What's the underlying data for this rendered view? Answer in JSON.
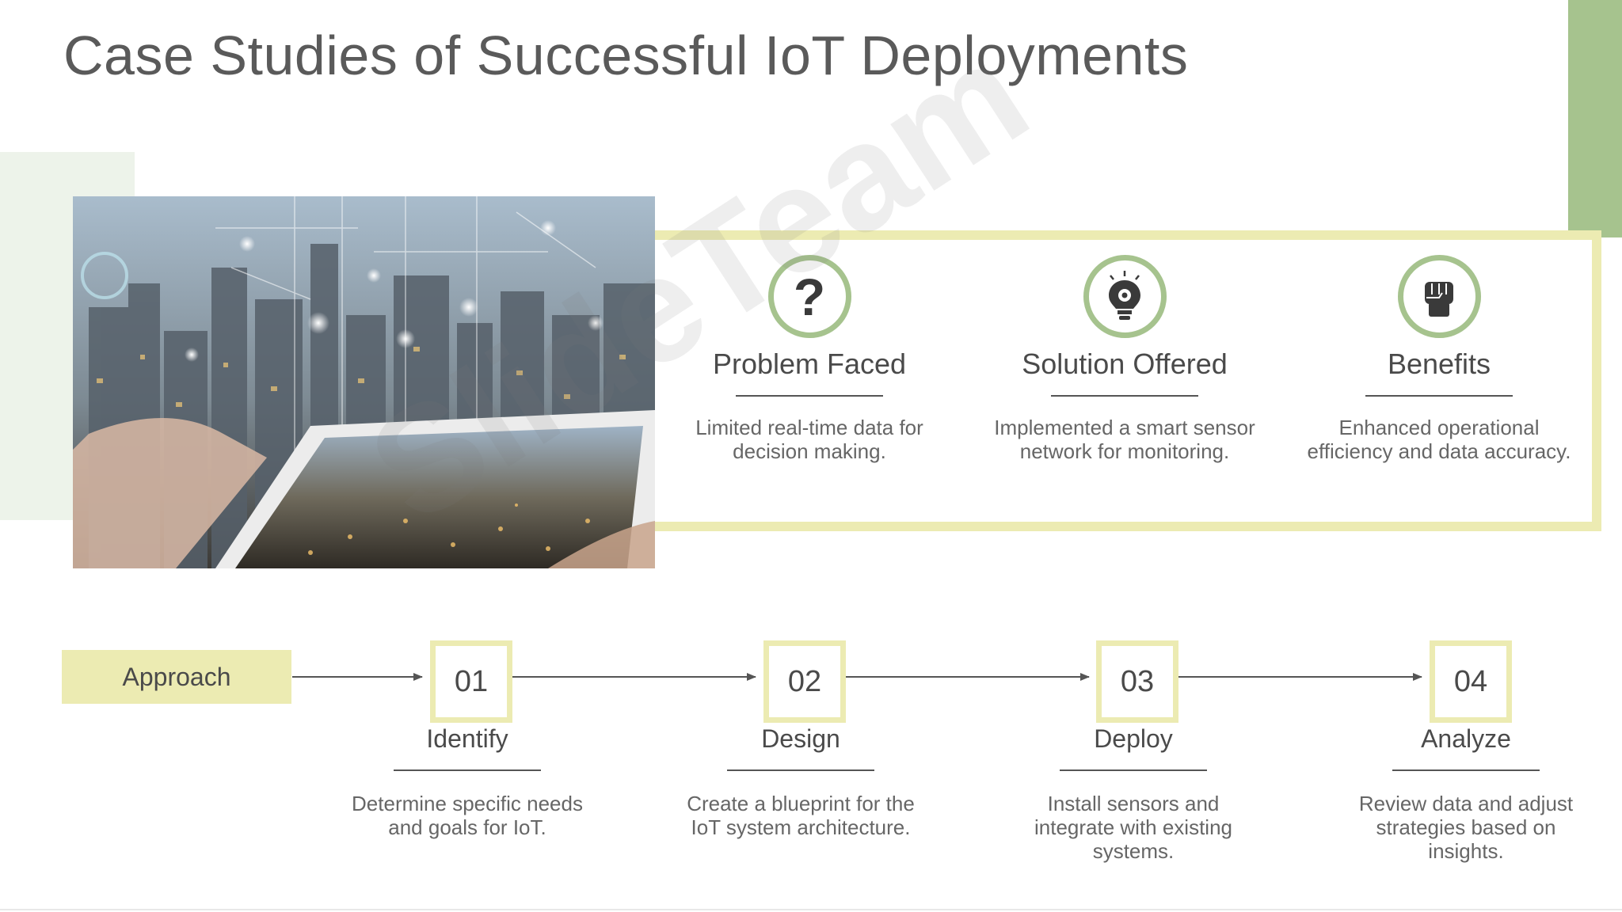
{
  "slide": {
    "title": "Case Studies of Successful IoT Deployments",
    "watermark": "SlideTeam"
  },
  "colors": {
    "accent_green": "#a6c38e",
    "accent_yellow": "#ecebb2",
    "text": "#555555"
  },
  "cards": [
    {
      "icon": "question-icon",
      "title": "Problem Faced",
      "desc": "Limited real-time data for decision making."
    },
    {
      "icon": "lightbulb-gear-icon",
      "title": "Solution Offered",
      "desc": "Implemented a smart sensor network for monitoring."
    },
    {
      "icon": "fist-icon",
      "title": "Benefits",
      "desc": "Enhanced operational efficiency and data accuracy."
    }
  ],
  "approach": {
    "label": "Approach",
    "steps": [
      {
        "num": "01",
        "title": "Identify",
        "desc": "Determine specific needs and goals for IoT."
      },
      {
        "num": "02",
        "title": "Design",
        "desc": "Create a blueprint for the IoT system architecture."
      },
      {
        "num": "03",
        "title": "Deploy",
        "desc": "Install sensors and integrate with existing systems."
      },
      {
        "num": "04",
        "title": "Analyze",
        "desc": "Review data and adjust strategies based on insights."
      }
    ]
  },
  "image": {
    "icon": "smart-city-tablet-image"
  }
}
